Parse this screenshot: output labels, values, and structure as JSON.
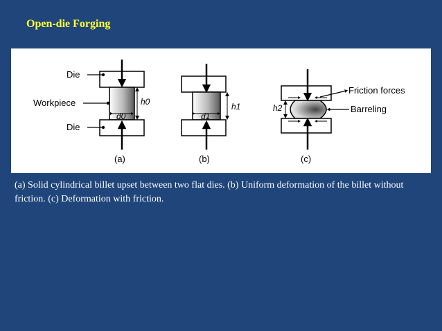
{
  "slide": {
    "title": "Open-die Forging",
    "caption": "(a) Solid cylindrical billet upset between two flat dies. (b) Uniform deformation of the billet without friction. (c) Deformation with friction."
  },
  "figure": {
    "labels": {
      "die_top": "Die",
      "workpiece": "Workpiece",
      "die_bottom": "Die",
      "friction_forces": "Friction forces",
      "barreling": "Barreling"
    },
    "dimensions": {
      "d0": "d0",
      "h0": "h0",
      "d1": "d1",
      "h1": "h1",
      "h2": "h2"
    },
    "subfigure_labels": [
      "(a)",
      "(b)",
      "(c)"
    ]
  },
  "colors": {
    "background": "#1f457a",
    "title": "#ffff33",
    "caption": "#ffffff",
    "panel": "#ffffff"
  }
}
